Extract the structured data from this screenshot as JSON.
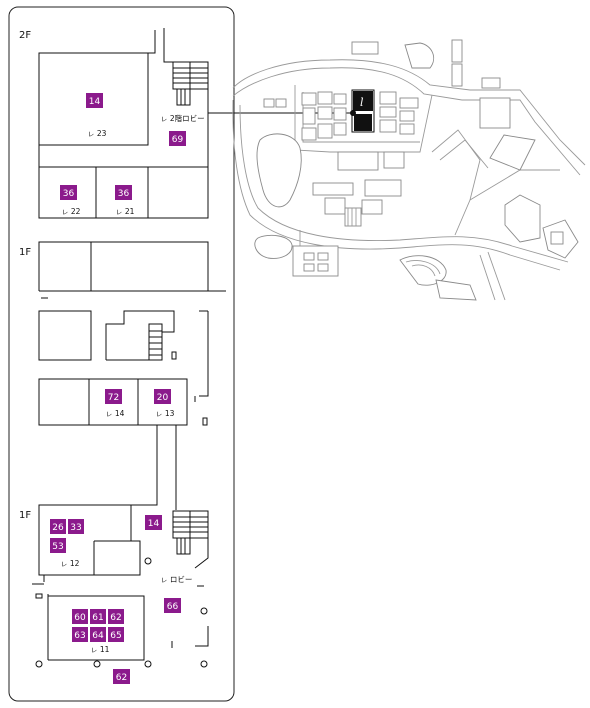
{
  "colors": {
    "badge": "#8b1a8c",
    "wall": "#111111",
    "campus_line": "#9a9a9a",
    "location_marker": "#111111"
  },
  "floors": {
    "f2": "2F",
    "f1_upper": "1F",
    "f1_lower": "1F"
  },
  "rooms": {
    "r23": "ㇾ 23",
    "r22": "ㇾ 22",
    "r21": "ㇾ 21",
    "lobby2": "ㇾ 2階ロビー",
    "r14": "ㇾ 14",
    "r13": "ㇾ 13",
    "r12": "ㇾ 12",
    "lobby1": "ㇾ ロビー",
    "r11": "ㇾ 11"
  },
  "badges": {
    "b2f_14": "14",
    "b2f_69": "69",
    "b2f_36a": "36",
    "b2f_36b": "36",
    "b1f_72": "72",
    "b1f_20": "20",
    "b1f_26": "26",
    "b1f_33": "33",
    "b1f_53": "53",
    "b1f_14": "14",
    "b1f_66": "66",
    "b1f_60": "60",
    "b1f_61": "61",
    "b1f_62": "62",
    "b1f_63": "63",
    "b1f_64": "64",
    "b1f_65": "65",
    "b1f_62b": "62"
  },
  "campus_map": {
    "marker_glyph": "l",
    "marker_icon": "location-marker-icon"
  }
}
